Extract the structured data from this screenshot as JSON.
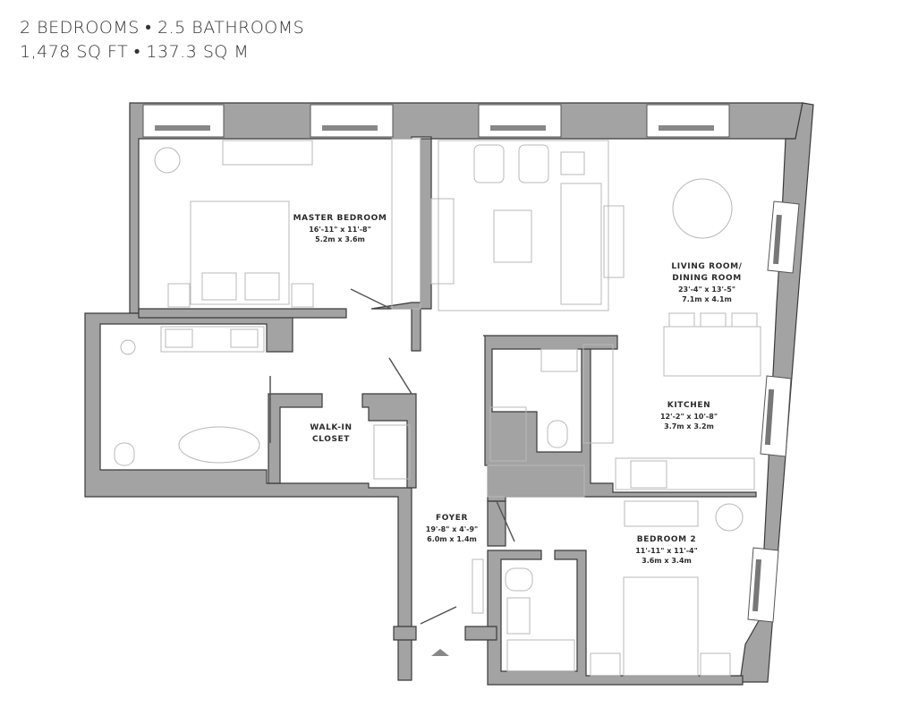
{
  "header": {
    "line1": "2 BEDROOMS • 2.5 BATHROOMS",
    "line2": "1,478 SQ FT • 137.3 SQ M"
  },
  "colors": {
    "wall": "#a3a3a3",
    "wall_outline": "#3a3a3a",
    "furniture": "#b8b8b8",
    "background": "#ffffff"
  },
  "rooms": [
    {
      "name": "MASTER BEDROOM",
      "dim_imperial": "16'-11\" x 11'-8\"",
      "dim_metric": "5.2m x 3.6m"
    },
    {
      "name": "LIVING ROOM/",
      "name2": "DINING ROOM",
      "dim_imperial": "23'-4\" x 13'-5\"",
      "dim_metric": "7.1m x 4.1m"
    },
    {
      "name": "KITCHEN",
      "dim_imperial": "12'-2\" x 10'-8\"",
      "dim_metric": "3.7m x 3.2m"
    },
    {
      "name": "WALK-IN",
      "name2": "CLOSET"
    },
    {
      "name": "FOYER",
      "dim_imperial": "19'-8\" x 4'-9\"",
      "dim_metric": "6.0m x 1.4m"
    },
    {
      "name": "BEDROOM 2",
      "dim_imperial": "11'-11\" x 11'-4\"",
      "dim_metric": "3.6m x 3.4m"
    }
  ],
  "entry_marker": "entry-arrow-icon"
}
